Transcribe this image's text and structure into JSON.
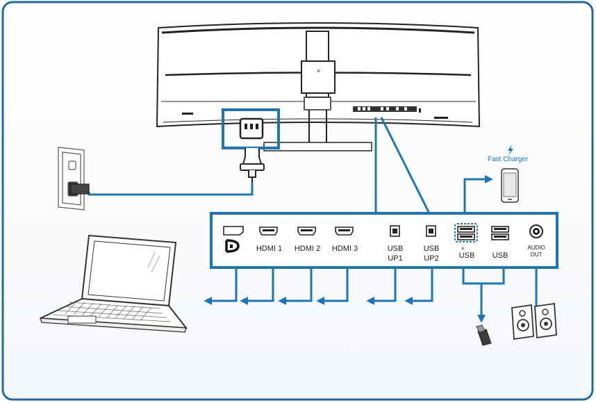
{
  "colors": {
    "accent": "#1b75bb",
    "frame": "#1e6aa8",
    "line": "#333333"
  },
  "fast_charger": {
    "label": "Fast Charger",
    "icon": "lightning-bolt-icon"
  },
  "ports": {
    "dp": {
      "label": "",
      "icon": "displayport-logo-icon"
    },
    "hdmi1": {
      "label": "HDMI 1",
      "icon": "hdmi-port-icon"
    },
    "hdmi2": {
      "label": "HDMI 2",
      "icon": "hdmi-port-icon"
    },
    "hdmi3": {
      "label": "HDMI 3",
      "icon": "hdmi-port-icon"
    },
    "usb_up1": {
      "line1": "USB",
      "line2": "UP1",
      "icon": "usb-b-port-icon"
    },
    "usb_up2": {
      "line1": "USB",
      "line2": "UP2",
      "icon": "usb-b-port-icon"
    },
    "usb_fast": {
      "label": "USB",
      "icon": "usb-a-port-icon"
    },
    "usb": {
      "label": "USB",
      "icon": "usb-a-port-icon"
    },
    "audio_out": {
      "line1": "AUDIO",
      "line2": "OUT",
      "icon": "audio-jack-icon"
    }
  },
  "devices": [
    "monitor-rear-icon",
    "power-outlet-icon",
    "power-plug-icon",
    "laptop-icon",
    "smartphone-icon",
    "usb-flash-drive-icon",
    "speakers-icon"
  ]
}
